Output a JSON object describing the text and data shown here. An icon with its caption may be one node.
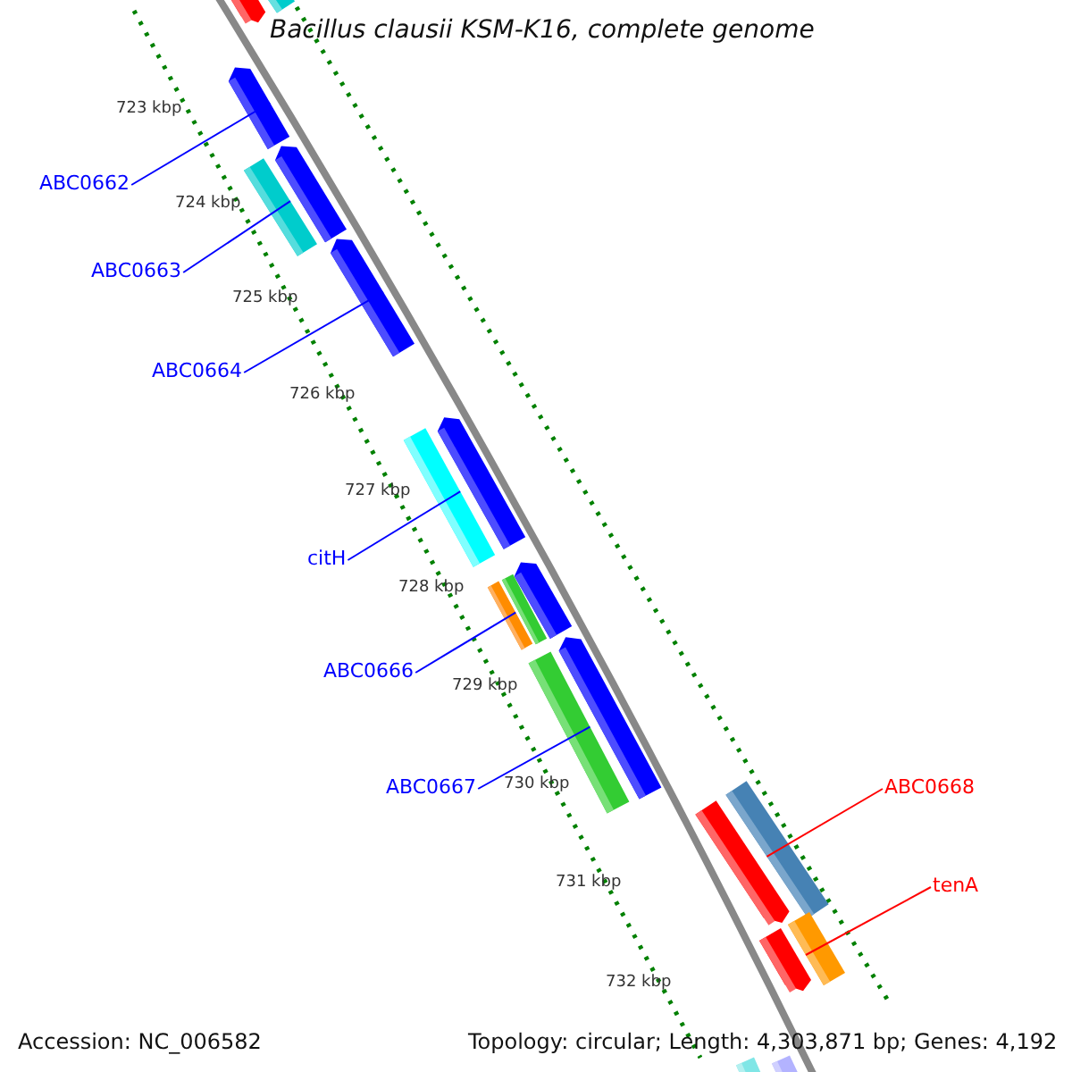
{
  "diagram": {
    "title": "Bacillus clausii KSM-K16, complete genome",
    "nodes": [
      {
        "text": [],
        "shape": "bar"
      },
      {
        "text": [],
        "shape": "bar"
      },
      {
        "text": [],
        "shape": "bar"
      },
      {
        "text": [
          "ABC0662"
        ]
      },
      {
        "text": [],
        "shape": "bar"
      },
      {
        "text": [],
        "shape": "bar"
      },
      {
        "text": [
          "ABC0663"
        ]
      },
      {
        "text": [],
        "shape": "bar"
      },
      {
        "text": [
          "ABC0664"
        ]
      },
      {
        "text": [],
        "shape": "bar"
      },
      {
        "text": [],
        "shape": "bar"
      },
      {
        "text": [
          "citH"
        ]
      },
      {
        "text": [],
        "shape": "bar"
      },
      {
        "text": [],
        "shape": "bar"
      },
      {
        "text": [],
        "shape": "bar"
      },
      {
        "text": [
          "ABC0666"
        ]
      },
      {
        "text": [],
        "shape": "bar"
      },
      {
        "text": [],
        "shape": "bar"
      },
      {
        "text": [
          "ABC0667"
        ]
      },
      {
        "text": [],
        "shape": "bar"
      },
      {
        "text": [
          "ABC0668"
        ]
      },
      {
        "text": [],
        "shape": "bar"
      },
      {
        "text": [
          "tenA"
        ]
      },
      {
        "text": [],
        "shape": "bar"
      },
      {
        "text": [],
        "shape": "bar"
      },
      {
        "text": [],
        "shape": "bar"
      },
      {
        "text": [],
        "shape": "bar"
      }
    ],
    "edges": [
      {
        "from": 3,
        "to": 2,
        "arrow": "none"
      },
      {
        "from": 6,
        "to": 4,
        "arrow": "none"
      },
      {
        "from": 8,
        "to": 7,
        "arrow": "none"
      },
      {
        "from": 11,
        "to": 10,
        "arrow": "none"
      },
      {
        "from": 15,
        "to": 12,
        "arrow": "none"
      },
      {
        "from": 18,
        "to": 16,
        "arrow": "none"
      },
      {
        "from": 20,
        "to": 19,
        "arrow": "none",
        "color": "#ff0000"
      },
      {
        "from": 22,
        "to": 23,
        "arrow": "none",
        "color": "#ff0000"
      }
    ],
    "labels": [
      "723 kbp",
      "724 kbp",
      "725 kbp",
      "726 kbp",
      "727 kbp",
      "728 kbp",
      "729 kbp",
      "730 kbp",
      "731 kbp",
      "732 kbp",
      "Accession: NC_006582",
      "Topology: circular; Length: 4,303,871 bp; Genes: 4,192"
    ]
  }
}
